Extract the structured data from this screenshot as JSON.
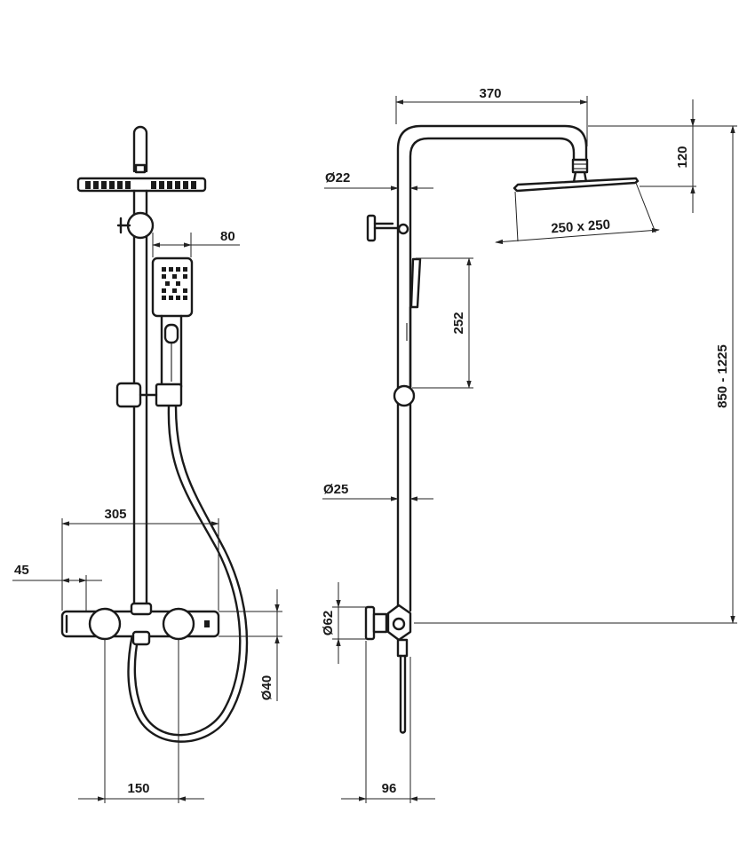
{
  "dimensions": {
    "d370": "370",
    "d120": "120",
    "d22": "Ø22",
    "d250": "250 x 250",
    "d80": "80",
    "d252": "252",
    "d850": "850 - 1225",
    "d25": "Ø25",
    "d305": "305",
    "d45": "45",
    "d62": "Ø62",
    "d40": "Ø40",
    "d150": "150",
    "d96": "96"
  },
  "colors": {
    "line": "#1a1a1a",
    "background": "#ffffff"
  }
}
